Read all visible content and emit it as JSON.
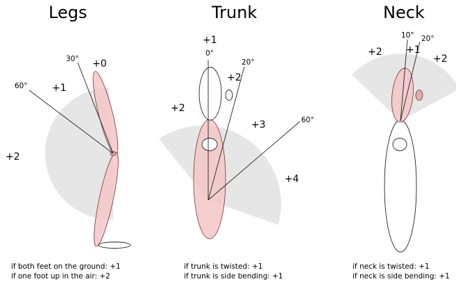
{
  "legs": {
    "title": "Legs",
    "angles": {
      "a30": "30°",
      "a60": "60°"
    },
    "scores": {
      "s0": "+0",
      "s1": "+1",
      "s2": "+2"
    },
    "notes": [
      "if both feet on the ground: +1",
      "if one foot up in the air: +2"
    ]
  },
  "trunk": {
    "title": "Trunk",
    "angles": {
      "a0": "0°",
      "a20": "20°",
      "a60": "60°"
    },
    "scores": {
      "top": "+1",
      "upper_right": "+2",
      "left": "+2",
      "mid_right": "+3",
      "far_right": "+4"
    },
    "notes": [
      "if trunk is twisted: +1",
      "if trunk is side bending: +1"
    ]
  },
  "neck": {
    "title": "Neck",
    "angles": {
      "a10": "10°",
      "a20": "20°"
    },
    "scores": {
      "left": "+2",
      "mid": "+1",
      "right": "+2"
    },
    "notes": [
      "if neck is twisted: +1",
      "if neck is side bending: +1"
    ]
  },
  "colors": {
    "sector": "#e6e6e6",
    "segment": "#f3c7c7",
    "segment_outline": "#7a3030"
  }
}
